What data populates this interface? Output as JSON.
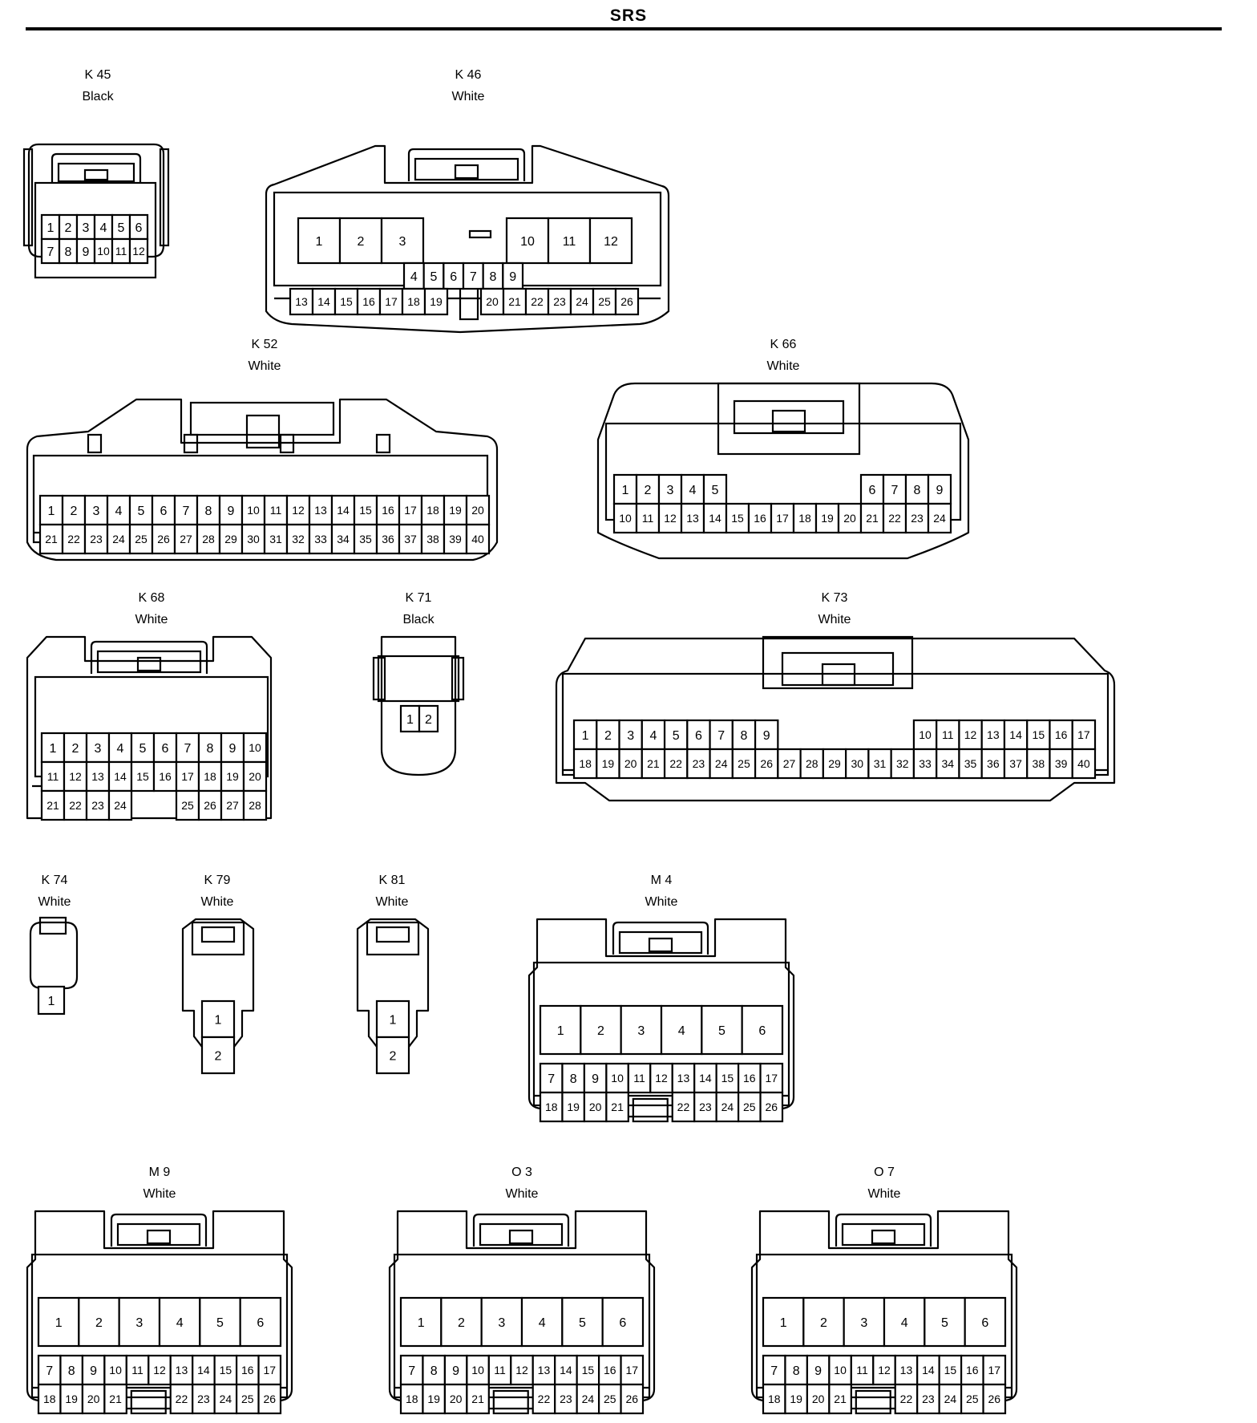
{
  "title": "SRS",
  "connectors": [
    {
      "key": "k45",
      "id": "K 45",
      "color": "Black",
      "pins": [
        [
          "1",
          "2",
          "3",
          "4",
          "5",
          "6"
        ],
        [
          "7",
          "8",
          "9",
          "10",
          "11",
          "12"
        ]
      ]
    },
    {
      "key": "k46",
      "id": "K 46",
      "color": "White",
      "pins": [
        [
          "1",
          "2",
          "3",
          "10",
          "11",
          "12"
        ],
        [
          "4",
          "5",
          "6",
          "7",
          "8",
          "9"
        ],
        [
          "13",
          "14",
          "15",
          "16",
          "17",
          "18",
          "19",
          "20",
          "21",
          "22",
          "23",
          "24",
          "25",
          "26"
        ]
      ]
    },
    {
      "key": "k52",
      "id": "K 52",
      "color": "White",
      "pins": [
        [
          "1",
          "2",
          "3",
          "4",
          "5",
          "6",
          "7",
          "8",
          "9",
          "10",
          "11",
          "12",
          "13",
          "14",
          "15",
          "16",
          "17",
          "18",
          "19",
          "20"
        ],
        [
          "21",
          "22",
          "23",
          "24",
          "25",
          "26",
          "27",
          "28",
          "29",
          "30",
          "31",
          "32",
          "33",
          "34",
          "35",
          "36",
          "37",
          "38",
          "39",
          "40"
        ]
      ]
    },
    {
      "key": "k66",
      "id": "K 66",
      "color": "White",
      "pins": [
        [
          "1",
          "2",
          "3",
          "4",
          "5",
          "6",
          "7",
          "8",
          "9"
        ],
        [
          "10",
          "11",
          "12",
          "13",
          "14",
          "15",
          "16",
          "17",
          "18",
          "19",
          "20",
          "21",
          "22",
          "23",
          "24"
        ]
      ]
    },
    {
      "key": "k68",
      "id": "K 68",
      "color": "White",
      "pins": [
        [
          "1",
          "2",
          "3",
          "4",
          "5",
          "6",
          "7",
          "8",
          "9",
          "10"
        ],
        [
          "11",
          "12",
          "13",
          "14",
          "15",
          "16",
          "17",
          "18",
          "19",
          "20"
        ],
        [
          "21",
          "22",
          "23",
          "24",
          "25",
          "26",
          "27",
          "28"
        ]
      ]
    },
    {
      "key": "k71",
      "id": "K 71",
      "color": "Black",
      "pins": [
        [
          "1",
          "2"
        ]
      ]
    },
    {
      "key": "k73",
      "id": "K 73",
      "color": "White",
      "pins": [
        [
          "1",
          "2",
          "3",
          "4",
          "5",
          "6",
          "7",
          "8",
          "9",
          "10",
          "11",
          "12",
          "13",
          "14",
          "15",
          "16",
          "17"
        ],
        [
          "18",
          "19",
          "20",
          "21",
          "22",
          "23",
          "24",
          "25",
          "26",
          "27",
          "28",
          "29",
          "30",
          "31",
          "32",
          "33",
          "34",
          "35",
          "36",
          "37",
          "38",
          "39",
          "40"
        ]
      ]
    },
    {
      "key": "k74",
      "id": "K 74",
      "color": "White",
      "pins": [
        [
          "1"
        ]
      ]
    },
    {
      "key": "k79",
      "id": "K 79",
      "color": "White",
      "pins": [
        [
          "1",
          "2"
        ]
      ]
    },
    {
      "key": "k81",
      "id": "K 81",
      "color": "White",
      "pins": [
        [
          "1",
          "2"
        ]
      ]
    },
    {
      "key": "m4",
      "id": "M 4",
      "color": "White",
      "pins": [
        [
          "1",
          "2",
          "3",
          "4",
          "5",
          "6"
        ],
        [
          "7",
          "8",
          "9",
          "10",
          "11",
          "12",
          "13",
          "14",
          "15",
          "16",
          "17"
        ],
        [
          "18",
          "19",
          "20",
          "21",
          "22",
          "23",
          "24",
          "25",
          "26"
        ]
      ]
    },
    {
      "key": "m9",
      "id": "M 9",
      "color": "White",
      "pins": [
        [
          "1",
          "2",
          "3",
          "4",
          "5",
          "6"
        ],
        [
          "7",
          "8",
          "9",
          "10",
          "11",
          "12",
          "13",
          "14",
          "15",
          "16",
          "17"
        ],
        [
          "18",
          "19",
          "20",
          "21",
          "22",
          "23",
          "24",
          "25",
          "26"
        ]
      ]
    },
    {
      "key": "o3",
      "id": "O 3",
      "color": "White",
      "pins": [
        [
          "1",
          "2",
          "3",
          "4",
          "5",
          "6"
        ],
        [
          "7",
          "8",
          "9",
          "10",
          "11",
          "12",
          "13",
          "14",
          "15",
          "16",
          "17"
        ],
        [
          "18",
          "19",
          "20",
          "21",
          "22",
          "23",
          "24",
          "25",
          "26"
        ]
      ]
    },
    {
      "key": "o7",
      "id": "O 7",
      "color": "White",
      "pins": [
        [
          "1",
          "2",
          "3",
          "4",
          "5",
          "6"
        ],
        [
          "7",
          "8",
          "9",
          "10",
          "11",
          "12",
          "13",
          "14",
          "15",
          "16",
          "17"
        ],
        [
          "18",
          "19",
          "20",
          "21",
          "22",
          "23",
          "24",
          "25",
          "26"
        ]
      ]
    }
  ]
}
